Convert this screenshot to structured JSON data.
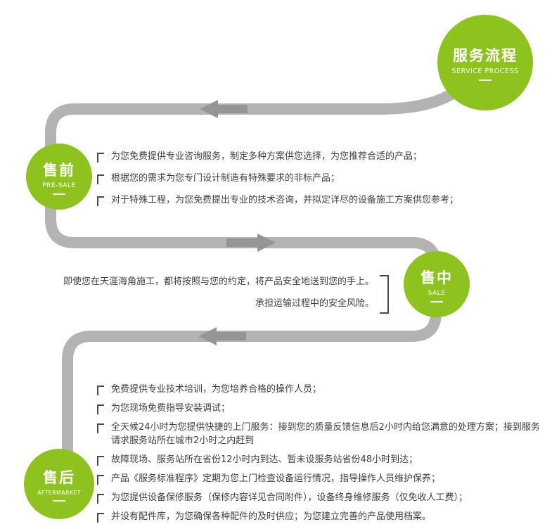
{
  "badge": {
    "zh": "服务流程",
    "en": "SERVICE PROCESS"
  },
  "stages": [
    {
      "id": "pre-sale",
      "zh": "售前",
      "en": "PRE-SALE",
      "items": [
        "为您免费提供专业咨询服务，制定多种方案供您选择，为您推荐合适的产品；",
        "根据您的需求为您专门设计制造有特殊要求的非标产品；",
        "对于特殊工程，为您免费提出专业的技术咨询，并拟定详尽的设备施工方案供您参考；"
      ]
    },
    {
      "id": "sale",
      "zh": "售中",
      "en": "SALE",
      "items": [
        "即使您在天涯海角施工，都将按照与您的约定，将产品安全地送到您的手上。",
        "承担运输过程中的安全风险。"
      ]
    },
    {
      "id": "aftermarket",
      "zh": "售后",
      "en": "AFTERMARKET",
      "items": [
        "免费提供专业技术培训，为您培养合格的操作人员；",
        "为您现场免费指导安装调试；",
        "全天候24小时为您提供快捷的上门服务：接到您的质量反馈信息后2小时内给您满意的处理方案；接到服务请求服务站所在城市2小时之内赶到",
        "故障现场、服务站所在省份12小时内到达、暂未设服务站省份48小时到达；",
        "产品《服务标准程序》定期为您上门检查设备运行情况，指导操作人员维护保养；",
        "为您提供设备保修服务（保修内容详见合同附件），设备终身维修服务（仅免收人工费）；",
        "并设有配件库，为您确保各种配件的及时供应；为您建立完善的产品使用档案。"
      ]
    }
  ],
  "colors": {
    "green": "#8dc21f",
    "path_gray": "#b3b3b3",
    "arrow_gray": "#959595",
    "text": "#3f3f3f",
    "marker": "#4a4a4a"
  }
}
